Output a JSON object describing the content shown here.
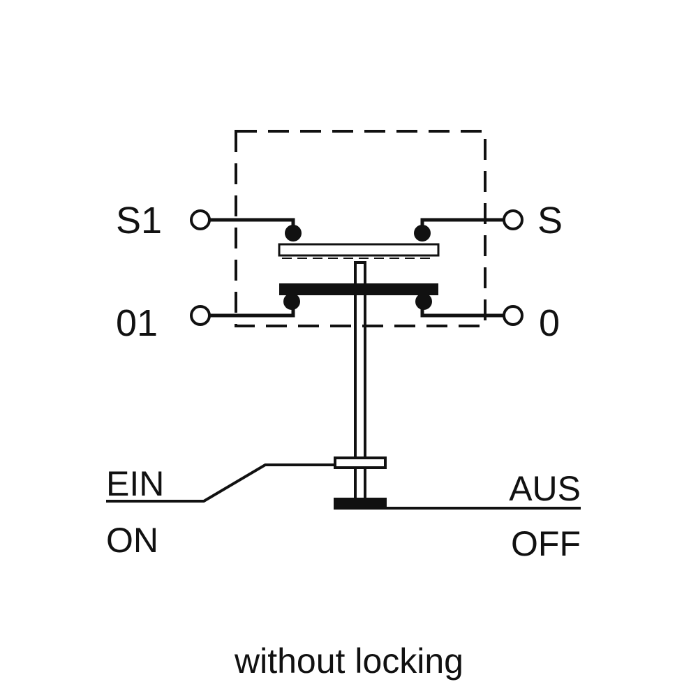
{
  "terminals": {
    "top_left": "S1",
    "top_right": "S",
    "bottom_left": "01",
    "bottom_right": "0"
  },
  "positions": {
    "on_de": "EIN",
    "on_en": "ON",
    "off_de": "AUS",
    "off_en": "OFF"
  },
  "caption": "without locking",
  "colors": {
    "line": "#111111",
    "background": "#ffffff"
  }
}
